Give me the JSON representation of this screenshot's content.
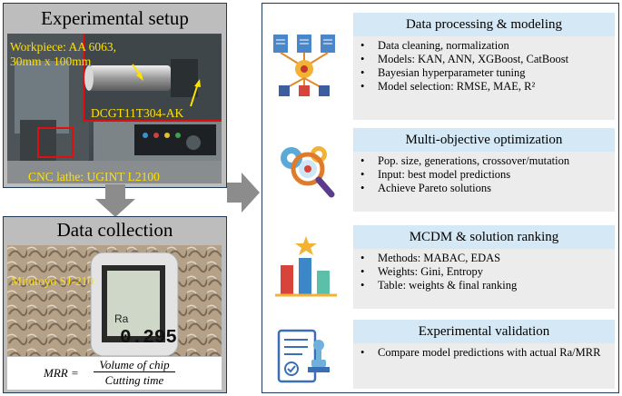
{
  "left_top": {
    "title": "Experimental setup",
    "workpiece_line1": "Workpiece: AA 6063,",
    "workpiece_line2": "30mm x 100mm",
    "tool": "DCGT11T304-AK",
    "lathe": "CNC lathe:  UGINT L2100"
  },
  "left_bottom": {
    "title": "Data collection",
    "device": "Mitutoyo  SJ-210",
    "readout_unit": "Ra",
    "readout_value": "0.295",
    "formula_lhs": "MRR =",
    "formula_numerator": "Volume of chip",
    "formula_denominator": "Cutting time"
  },
  "sections": [
    {
      "title": "Data processing  & modeling",
      "bullets": [
        "Data cleaning, normalization",
        "Models: KAN, ANN, XGBoost, CatBoost",
        "Bayesian hyperparameter tuning",
        "Model selection: RMSE, MAE, R²"
      ],
      "icon": "data-modeling-icon"
    },
    {
      "title": "Multi-objective  optimization",
      "bullets": [
        "Pop. size, generations, crossover/mutation",
        "Input: best model predictions",
        "Achieve Pareto solutions"
      ],
      "icon": "optimization-icon"
    },
    {
      "title": "MCDM & solution ranking",
      "bullets": [
        "Methods: MABAC, EDAS",
        "Weights: Gini, Entropy",
        "Table: weights & final ranking"
      ],
      "icon": "ranking-chart-icon"
    },
    {
      "title": "Experimental  validation",
      "bullets": [
        "Compare model predictions with actual Ra/MRR"
      ],
      "icon": "validation-document-icon"
    }
  ],
  "colors": {
    "panel_border": "#1f3a5a",
    "panel_bg": "#bdbdbd",
    "section_header": "#d4e8f5",
    "section_body": "#ececec",
    "arrow": "#8c8c8c",
    "label_yellow": "#ffe000",
    "highlight_red": "#e01010"
  }
}
